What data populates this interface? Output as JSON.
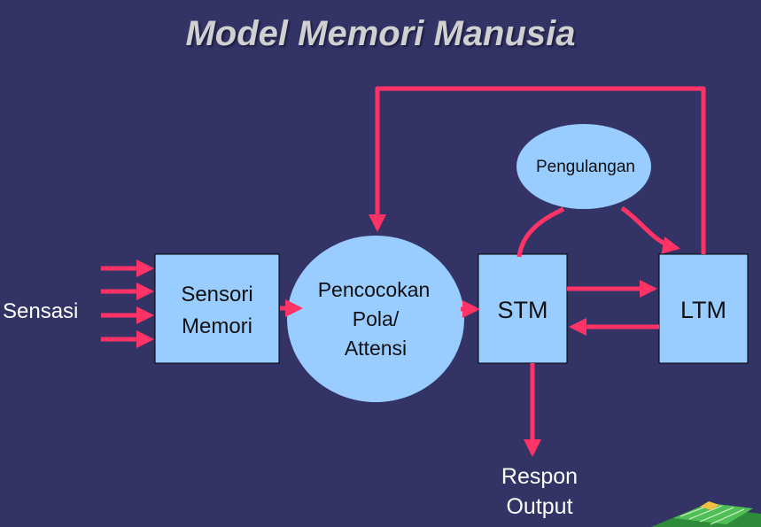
{
  "title": "Model Memori Manusia",
  "nodes": {
    "sensasi": "Sensasi",
    "sensori_memori": [
      "Sensori",
      "Memori"
    ],
    "pencocokan": [
      "Pencocokan",
      "Pola/",
      "Attensi"
    ],
    "stm": "STM",
    "ltm": "LTM",
    "pengulangan": "Pengulangan",
    "respon": [
      "Respon",
      "Output"
    ]
  },
  "colors": {
    "background": "#333366",
    "box_fill": "#99ccff",
    "arrow": "#ff3366",
    "title": "#d0d0d0"
  }
}
